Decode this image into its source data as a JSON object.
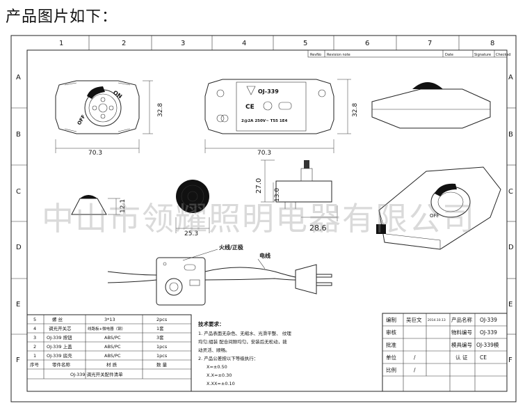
{
  "heading": "产品图片如下：",
  "watermark": "中山市领耀照明电器有限公司",
  "grid": {
    "cols": [
      "1",
      "2",
      "3",
      "4",
      "5",
      "6",
      "7",
      "8"
    ],
    "rows": [
      "A",
      "B",
      "C",
      "D",
      "E",
      "F"
    ]
  },
  "revision_header": {
    "rev": "RevNo",
    "note": "Revision note",
    "date": "Date",
    "signature": "Signature",
    "checked": "Checked"
  },
  "dims": {
    "height_front": "32.8",
    "height_top": "32.8",
    "width_front": "70.3",
    "width_top": "70.3",
    "knob_height": "12.1",
    "knob_dia": "25.3",
    "pot_height": "27.0",
    "pot_inner": "13.0",
    "pot_width": "28.6"
  },
  "product_labels": {
    "model": "OJ-339",
    "rating": "2@2A 250V~ T55 1E4",
    "off": "OFF",
    "on": "ON",
    "ce": "CE"
  },
  "wiring_labels": {
    "live": "火线/正极",
    "cable": "电线"
  },
  "bom": {
    "columns": [
      "序号",
      "零件名称",
      "材 质",
      "数 量"
    ],
    "rows": [
      [
        "5",
        "螺 丝",
        "3*13",
        "2pcs"
      ],
      [
        "4",
        "调光开关芯",
        "线路板+微电器（钢）",
        "1套"
      ],
      [
        "3",
        "OJ-339 按钮",
        "ABS/PC",
        "3套"
      ],
      [
        "2",
        "OJ-339 上盖",
        "ABS/PC",
        "1pcs"
      ],
      [
        "1",
        "OJ-339 底壳",
        "ABS/PC",
        "1pcs"
      ]
    ],
    "title": "OJ-339 调光开关配件清单"
  },
  "notes": {
    "title": "技术要求：",
    "lines": [
      "1. 产品表面无杂色、无缩水、光滑平整、 纹理",
      "   均匀;组装 配合间隙均匀，安装后无松动，拨",
      "   动灵活、顺畅。",
      "2. 产品公差按以下等级执行：",
      "   X=±0.50",
      "   X.X=±0.30",
      "   X.XX=±0.10"
    ]
  },
  "title_block": {
    "rows": [
      [
        "编制",
        "吴巨文",
        "2014.10.13",
        "产品名称",
        "OJ-339"
      ],
      [
        "审核",
        "",
        "",
        "物料编号",
        "OJ-339"
      ],
      [
        "批准",
        "",
        "",
        "模具编号",
        "OJ-339模"
      ],
      [
        "单位",
        "/",
        "",
        "认 证",
        "CE"
      ],
      [
        "比例",
        "/",
        "",
        "",
        ""
      ],
      [
        "",
        "",
        "",
        "",
        ""
      ]
    ]
  }
}
